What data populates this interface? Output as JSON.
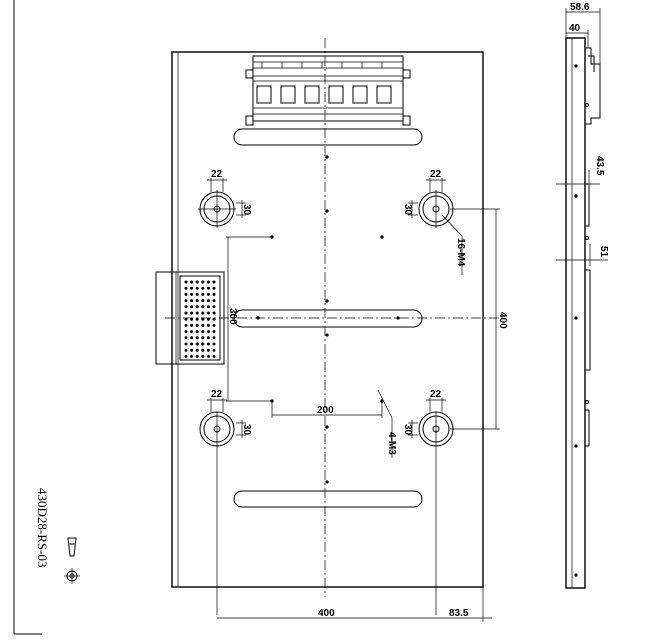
{
  "drawing": {
    "model_number": "430D28-RS-03",
    "front_view": {
      "dimensions": {
        "boss_width_tl": "22",
        "boss_height_tl": "30",
        "boss_width_tr": "22",
        "boss_height_tr": "30",
        "boss_width_bl": "22",
        "boss_height_bl": "30",
        "boss_width_br": "22",
        "boss_height_br": "30",
        "hole_spacing_vertical": "400",
        "inner_spacing_vertical": "300",
        "inner_spacing_horizontal": "200",
        "hole_spacing_horizontal": "400",
        "edge_offset": "83.5"
      },
      "callouts": {
        "boss_holes": "16-M4",
        "panel_holes": "4-M3"
      }
    },
    "side_view": {
      "dimensions": {
        "overall_depth": "58.6",
        "body_depth": "40",
        "upper_offset": "43.5",
        "lower_offset": "51"
      }
    },
    "symbols": {
      "projection_symbol": "first-angle-projection-icon"
    }
  }
}
